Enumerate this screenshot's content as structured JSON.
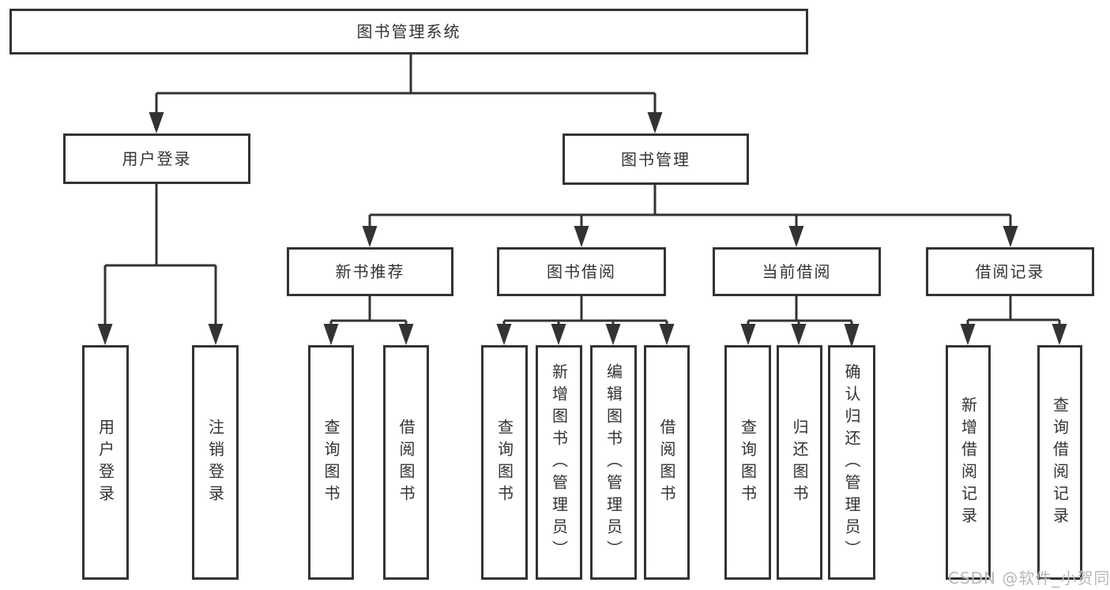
{
  "diagram": {
    "type": "tree",
    "root": {
      "label": "图书管理系统"
    },
    "branches": [
      {
        "label": "用户登录",
        "children": [
          {
            "label": "用户登录"
          },
          {
            "label": "注销登录"
          }
        ]
      },
      {
        "label": "图书管理",
        "children": [
          {
            "label": "新书推荐",
            "children": [
              {
                "label": "查询图书"
              },
              {
                "label": "借阅图书"
              }
            ]
          },
          {
            "label": "图书借阅",
            "children": [
              {
                "label": "查询图书"
              },
              {
                "label": "新增图书（管理员）"
              },
              {
                "label": "编辑图书（管理员）"
              },
              {
                "label": "借阅图书"
              }
            ]
          },
          {
            "label": "当前借阅",
            "children": [
              {
                "label": "查询图书"
              },
              {
                "label": "归还图书"
              },
              {
                "label": "确认归还（管理员）"
              }
            ]
          },
          {
            "label": "借阅记录",
            "children": [
              {
                "label": "新增借阅记录"
              },
              {
                "label": "查询借阅记录"
              }
            ]
          }
        ]
      }
    ]
  },
  "watermark": {
    "text": "CSDN @软件_小贺同学",
    "color": "#b9b9b9"
  },
  "colors": {
    "line": "#333333",
    "box_border": "#333333",
    "text": "#333333",
    "background": "#ffffff"
  }
}
